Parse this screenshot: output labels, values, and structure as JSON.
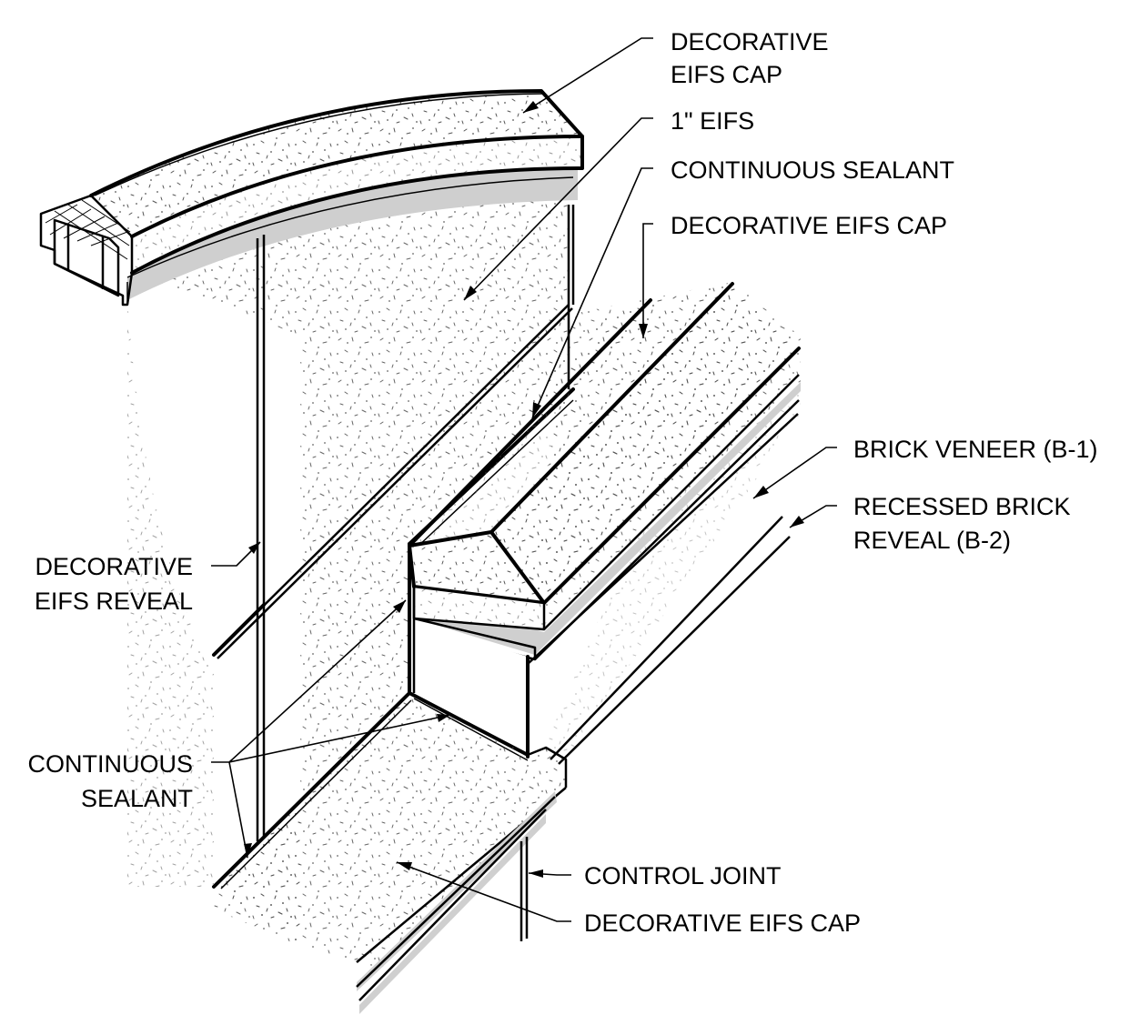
{
  "labels": {
    "top_cap_line1": "DECORATIVE",
    "top_cap_line2": "EIFS CAP",
    "eifs_1in": "1\" EIFS",
    "cont_sealant_top": "CONTINUOUS SEALANT",
    "dec_eifs_cap_mid": "DECORATIVE EIFS CAP",
    "brick_veneer": "BRICK VENEER (B-1)",
    "recessed_line1": "RECESSED BRICK",
    "recessed_line2": "REVEAL (B-2)",
    "reveal_line1": "DECORATIVE",
    "reveal_line2": "EIFS REVEAL",
    "cont_sealant_left_line1": "CONTINUOUS",
    "cont_sealant_left_line2": "SEALANT",
    "control_joint": "CONTROL JOINT",
    "dec_eifs_cap_bottom": "DECORATIVE EIFS CAP"
  },
  "colors": {
    "line": "#000000",
    "shadow": "#cfcfcf",
    "background": "#ffffff"
  }
}
